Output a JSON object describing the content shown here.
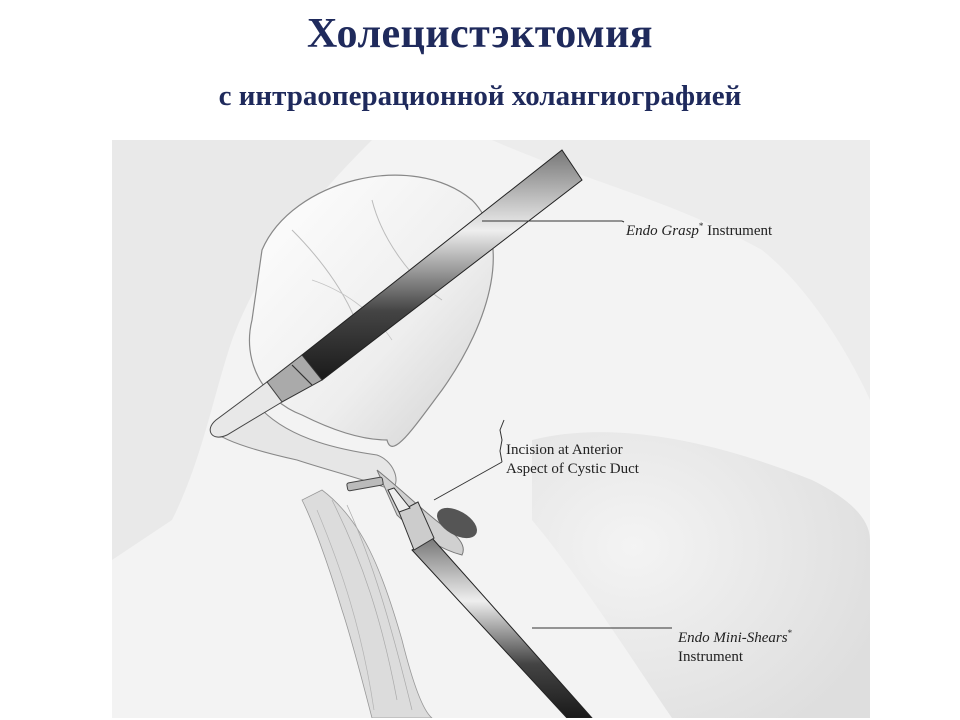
{
  "slide": {
    "title": "Холецистэктомия",
    "subtitle": "с интраоперационной холангиографией"
  },
  "diagram": {
    "labels": {
      "grasp": {
        "brand": "Endo Grasp",
        "mark": "*",
        "tail": " Instrument"
      },
      "incision": {
        "line1": "Incision at Anterior",
        "line2": "Aspect of Cystic Duct"
      },
      "shears": {
        "brand": "Endo Mini-Shears",
        "mark": "*",
        "line2": "Instrument"
      }
    },
    "colors": {
      "ink": "#333333",
      "title": "#1f2a5c",
      "shaft_dark": "#2a2a2a",
      "tissue_shade": "#d8d8d8"
    }
  }
}
